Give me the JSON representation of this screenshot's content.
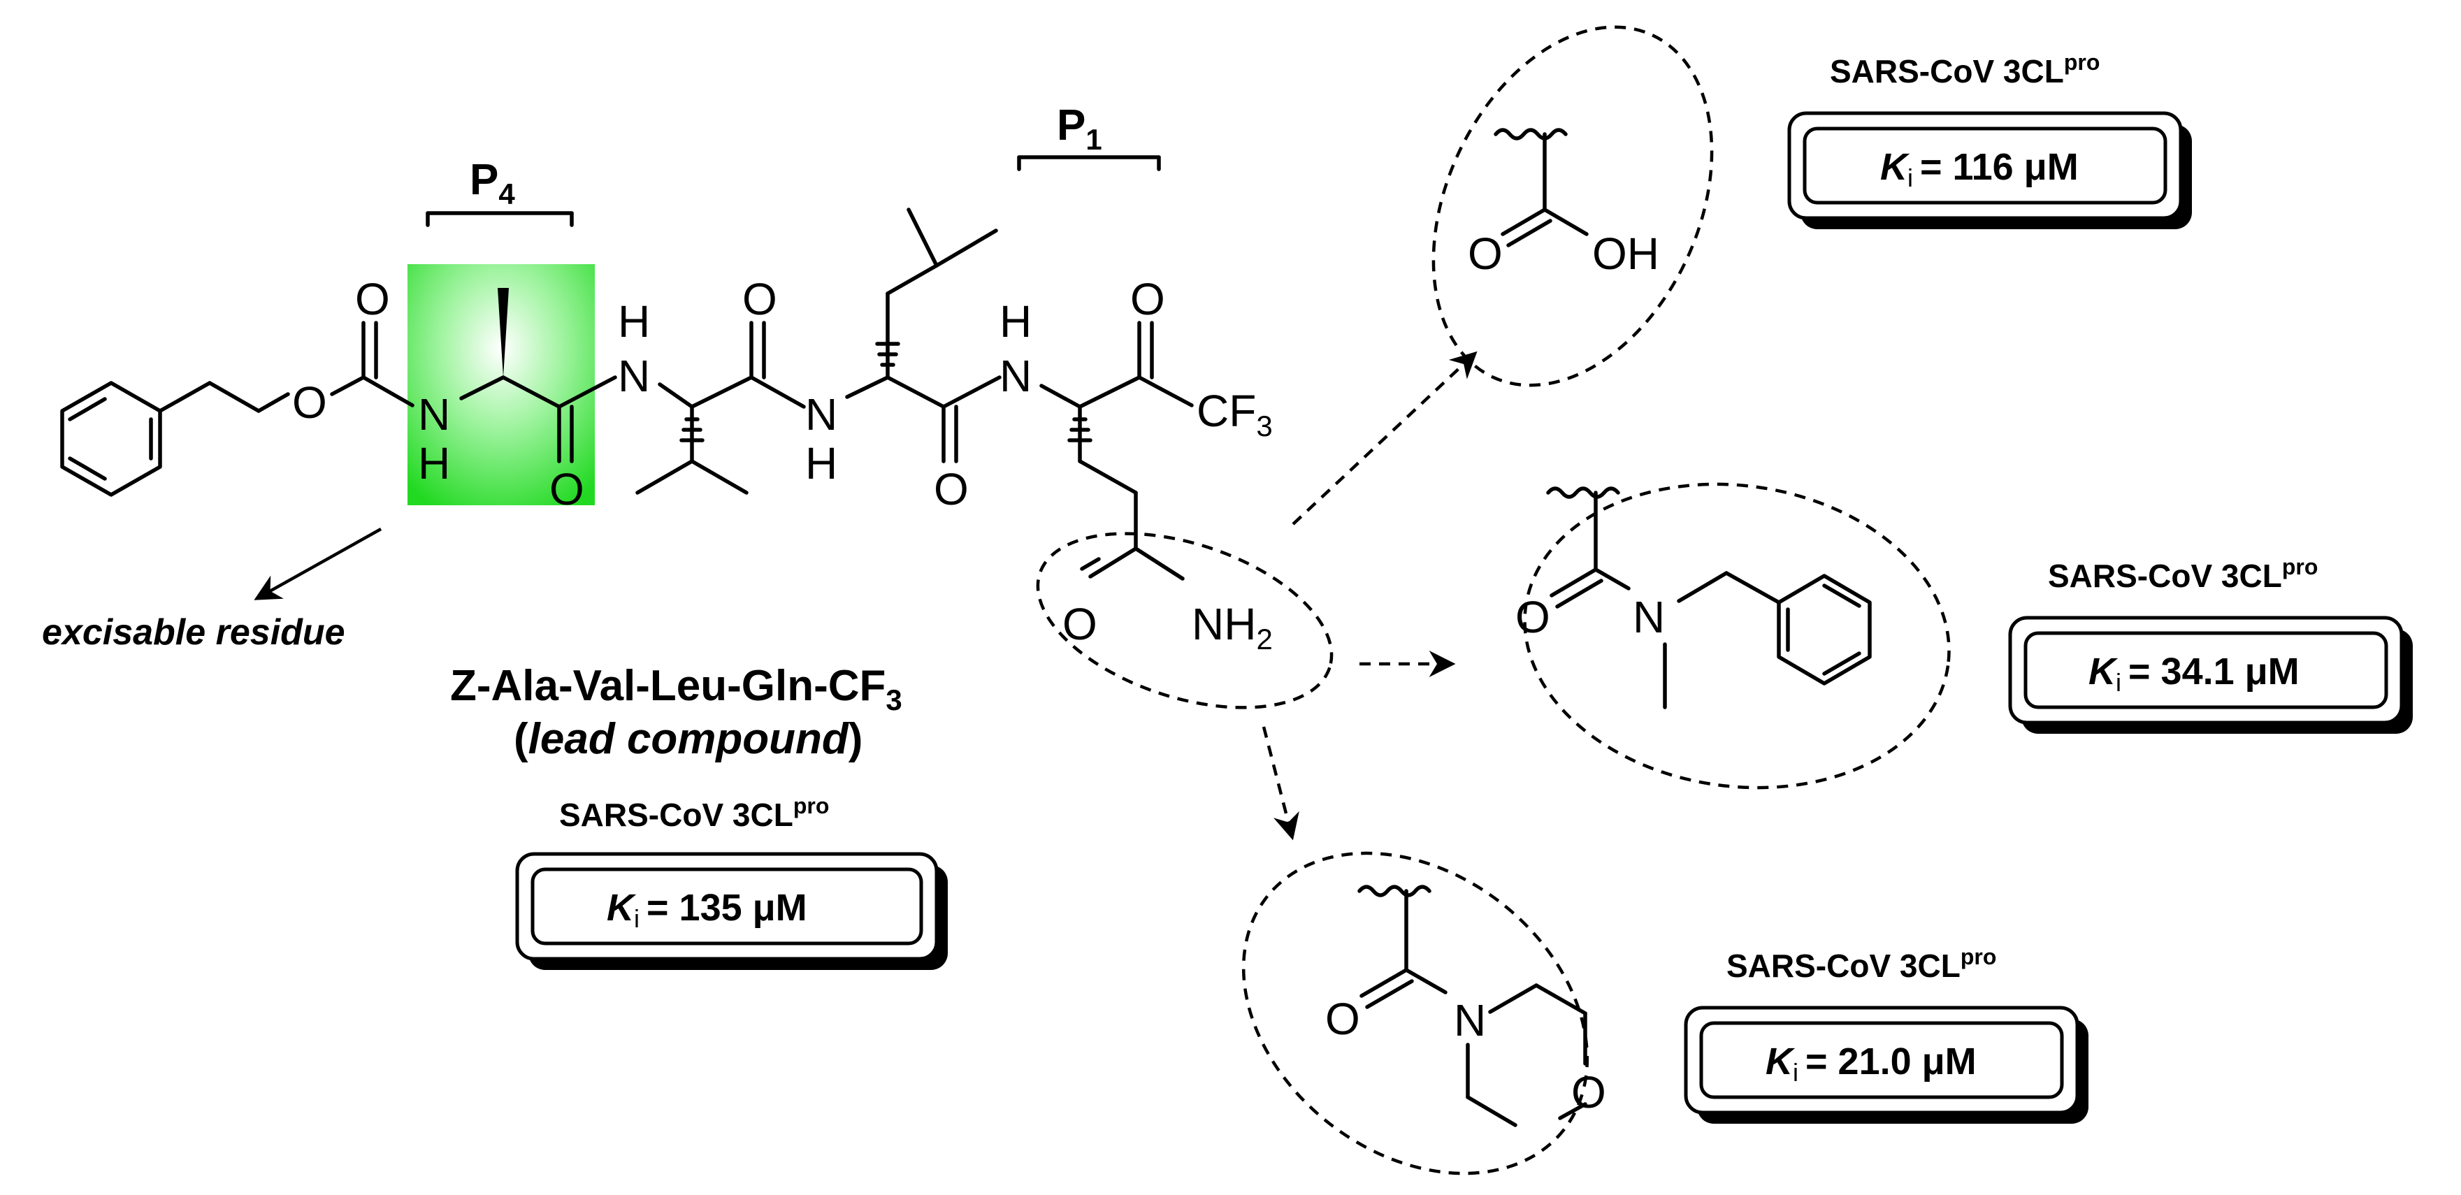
{
  "labels": {
    "p4": "P",
    "p4_sub": "4",
    "p1": "P",
    "p1_sub": "1",
    "excisable": "excisable residue",
    "lead_name_main": "Z-Ala-Val-Leu-Gln-CF",
    "lead_name_sub": "3",
    "lead_paren_open": "(",
    "lead_italic": "lead compound",
    "lead_paren_close": ")"
  },
  "atoms": {
    "O": "O",
    "N": "N",
    "H": "H",
    "NH": "NH",
    "CF": "CF",
    "CF_sub": "3",
    "NH2": "NH",
    "NH2_sub": "2",
    "OH": "OH"
  },
  "ki_boxes": [
    {
      "enzyme": "SARS-CoV 3CL",
      "sup": "pro",
      "k": "K",
      "i": "i",
      "value": "= 116 μM"
    },
    {
      "enzyme": "SARS-CoV 3CL",
      "sup": "pro",
      "k": "K",
      "i": "i",
      "value": "= 34.1 μM"
    },
    {
      "enzyme": "SARS-CoV 3CL",
      "sup": "pro",
      "k": "K",
      "i": "i",
      "value": "= 21.0 μM"
    },
    {
      "enzyme": "SARS-CoV 3CL",
      "sup": "pro",
      "k": "K",
      "i": "i",
      "value": "= 135 μM"
    }
  ],
  "colors": {
    "highlight": "#35e835",
    "highlight_light": "#d9fbd9"
  }
}
